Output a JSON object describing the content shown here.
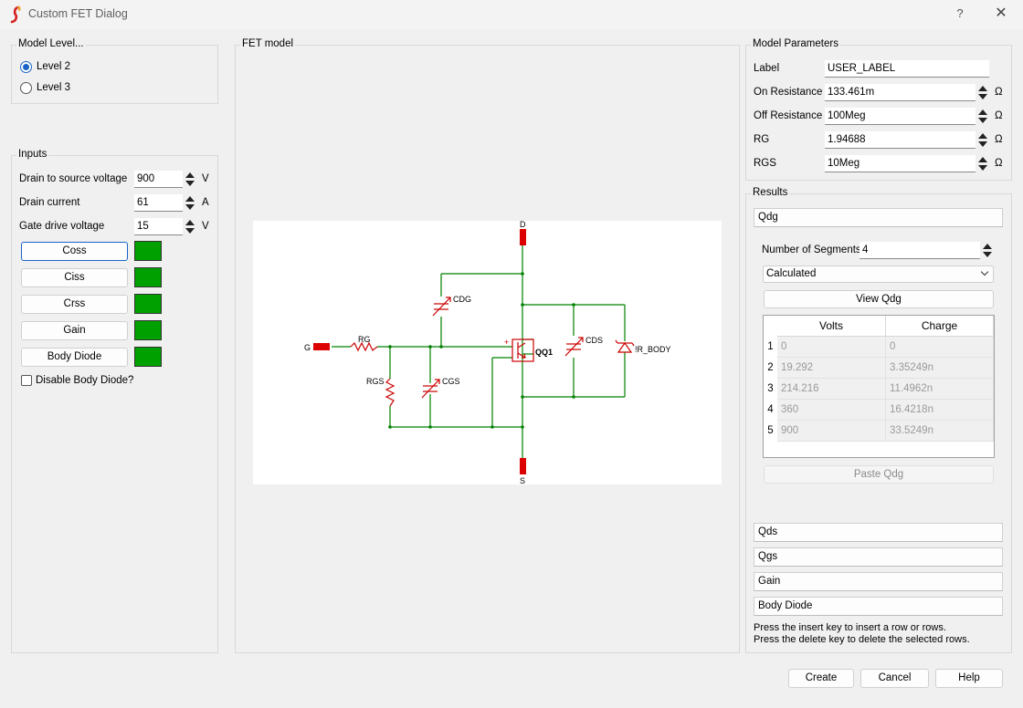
{
  "window": {
    "title": "Custom FET Dialog",
    "help": "?",
    "close": "✕"
  },
  "model_level": {
    "title": "Model Level...",
    "options": [
      {
        "label": "Level 2",
        "selected": true
      },
      {
        "label": "Level 3",
        "selected": false
      }
    ]
  },
  "inputs": {
    "title": "Inputs",
    "fields": [
      {
        "label": "Drain to source voltage",
        "value": "900",
        "unit": "V"
      },
      {
        "label": "Drain current",
        "value": "61",
        "unit": "A"
      },
      {
        "label": "Gate drive voltage",
        "value": "15",
        "unit": "V"
      }
    ],
    "buttons": [
      "Coss",
      "Ciss",
      "Crss",
      "Gain",
      "Body Diode"
    ],
    "swatch_color": "#00a000",
    "disable_body_diode": "Disable Body Diode?"
  },
  "fet_model": {
    "title": "FET model",
    "labels": {
      "d": "D",
      "s": "S",
      "g": "G",
      "rg": "RG",
      "rgs": "RGS",
      "cgs": "CGS",
      "cdg": "CDG",
      "cds": "CDS",
      "q": "QQ1",
      "body": "!R_BODY",
      "plus": "+"
    },
    "wire_color": "#008000",
    "part_color": "#cc0000"
  },
  "model_params": {
    "title": "Model Parameters",
    "label_field": {
      "label": "Label",
      "value": "USER_LABEL"
    },
    "fields": [
      {
        "label": "On Resistance",
        "value": "133.461m",
        "unit": "Ω"
      },
      {
        "label": "Off Resistance",
        "value": "100Meg",
        "unit": "Ω"
      },
      {
        "label": "RG",
        "value": "1.94688",
        "unit": "Ω"
      },
      {
        "label": "RGS",
        "value": "10Meg",
        "unit": "Ω"
      }
    ]
  },
  "results": {
    "title": "Results",
    "qdg_header": "Qdg",
    "segments_label": "Number of Segments",
    "segments_value": "4",
    "mode": "Calculated",
    "view_button": "View Qdg",
    "paste_button": "Paste Qdg",
    "table": {
      "columns": [
        "Volts",
        "Charge"
      ],
      "rows": [
        {
          "n": "1",
          "volts": "0",
          "charge": "0"
        },
        {
          "n": "2",
          "volts": "19.292",
          "charge": "3.35249n"
        },
        {
          "n": "3",
          "volts": "214.216",
          "charge": "11.4962n"
        },
        {
          "n": "4",
          "volts": "360",
          "charge": "16.4218n"
        },
        {
          "n": "5",
          "volts": "900",
          "charge": "33.5249n"
        }
      ]
    },
    "sections": [
      "Qds",
      "Qgs",
      "Gain",
      "Body Diode"
    ],
    "hints": [
      "Press the insert key to insert a row or rows.",
      "Press the delete key to delete the selected rows."
    ]
  },
  "footer": {
    "create": "Create",
    "cancel": "Cancel",
    "help": "Help"
  }
}
